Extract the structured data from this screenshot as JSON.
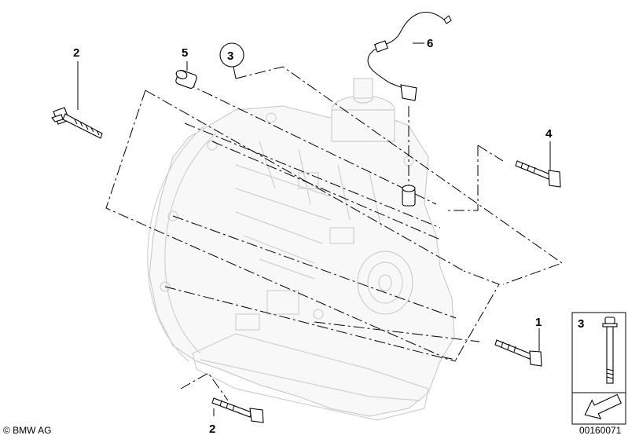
{
  "callouts": {
    "c1": "1",
    "c2_top": "2",
    "c2_bottom": "2",
    "c3": "3",
    "c4": "4",
    "c5": "5",
    "c6": "6"
  },
  "legend": {
    "item_label": "3"
  },
  "footer": {
    "copyright": "© BMW AG",
    "diagram_number": "00160071"
  },
  "icons": [
    "bolt-icon",
    "bushing-icon",
    "wiring-harness-icon",
    "arrow-icon"
  ]
}
